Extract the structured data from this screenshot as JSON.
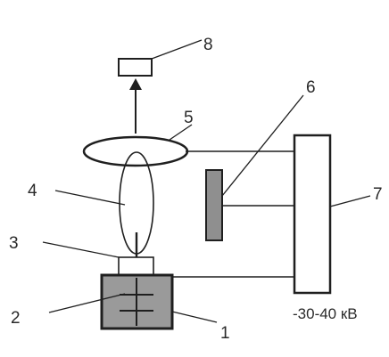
{
  "labels": {
    "l1": "1",
    "l2": "2",
    "l3": "3",
    "l4": "4",
    "l5": "5",
    "l6": "6",
    "l7": "7",
    "l8": "8"
  },
  "voltage": "-30-40 кВ",
  "colors": {
    "line": "#1f1f1f",
    "cell_fill": "#9a9a9a",
    "plate_fill": "#8f8f8f",
    "background": "#ffffff"
  }
}
